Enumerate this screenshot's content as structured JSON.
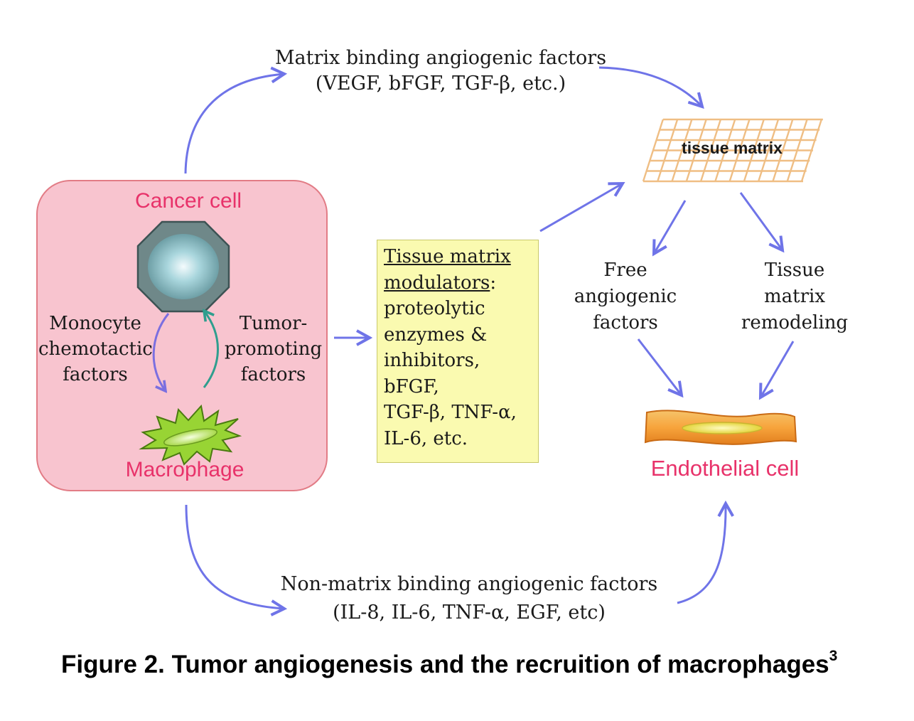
{
  "top_factors": {
    "line1": "Matrix binding angiogenic factors",
    "line2": "(VEGF, bFGF, TGF-β, etc.)"
  },
  "bottom_factors": {
    "line1": "Non-matrix binding angiogenic factors",
    "line2": "(IL-8, IL-6, TNF-α, EGF, etc)"
  },
  "cancer_cell": {
    "title": "Cancer cell",
    "macrophage": "Macrophage",
    "monocyte": [
      "Monocyte",
      "chemotactic",
      "factors"
    ],
    "tumor_promoting": [
      "Tumor-",
      "promoting",
      "factors"
    ]
  },
  "modulators": {
    "heading1": "Tissue matrix",
    "heading2": "modulators",
    "heading_suffix": ":",
    "items": [
      "proteolytic",
      "enzymes &",
      "inhibitors,",
      "bFGF,",
      "TGF-β, TNF-α,",
      "IL-6, etc."
    ]
  },
  "tissue_matrix": "tissue matrix",
  "free_factors": [
    "Free",
    "angiogenic",
    "factors"
  ],
  "remodeling": [
    "Tissue",
    "matrix",
    "remodeling"
  ],
  "endothelial": "Endothelial cell",
  "caption": {
    "text": "Figure 2. Tumor angiogenesis and the recruition of macrophages",
    "superscript": "3"
  },
  "colors": {
    "arrow": "#6f74e8",
    "cycle_arrow_down": "#7b6fe0",
    "cycle_arrow_up": "#2f9e8e",
    "label_pink": "#e8326a",
    "cancer_fill": "#f8c4cf",
    "modulator_fill": "#fafab0"
  }
}
